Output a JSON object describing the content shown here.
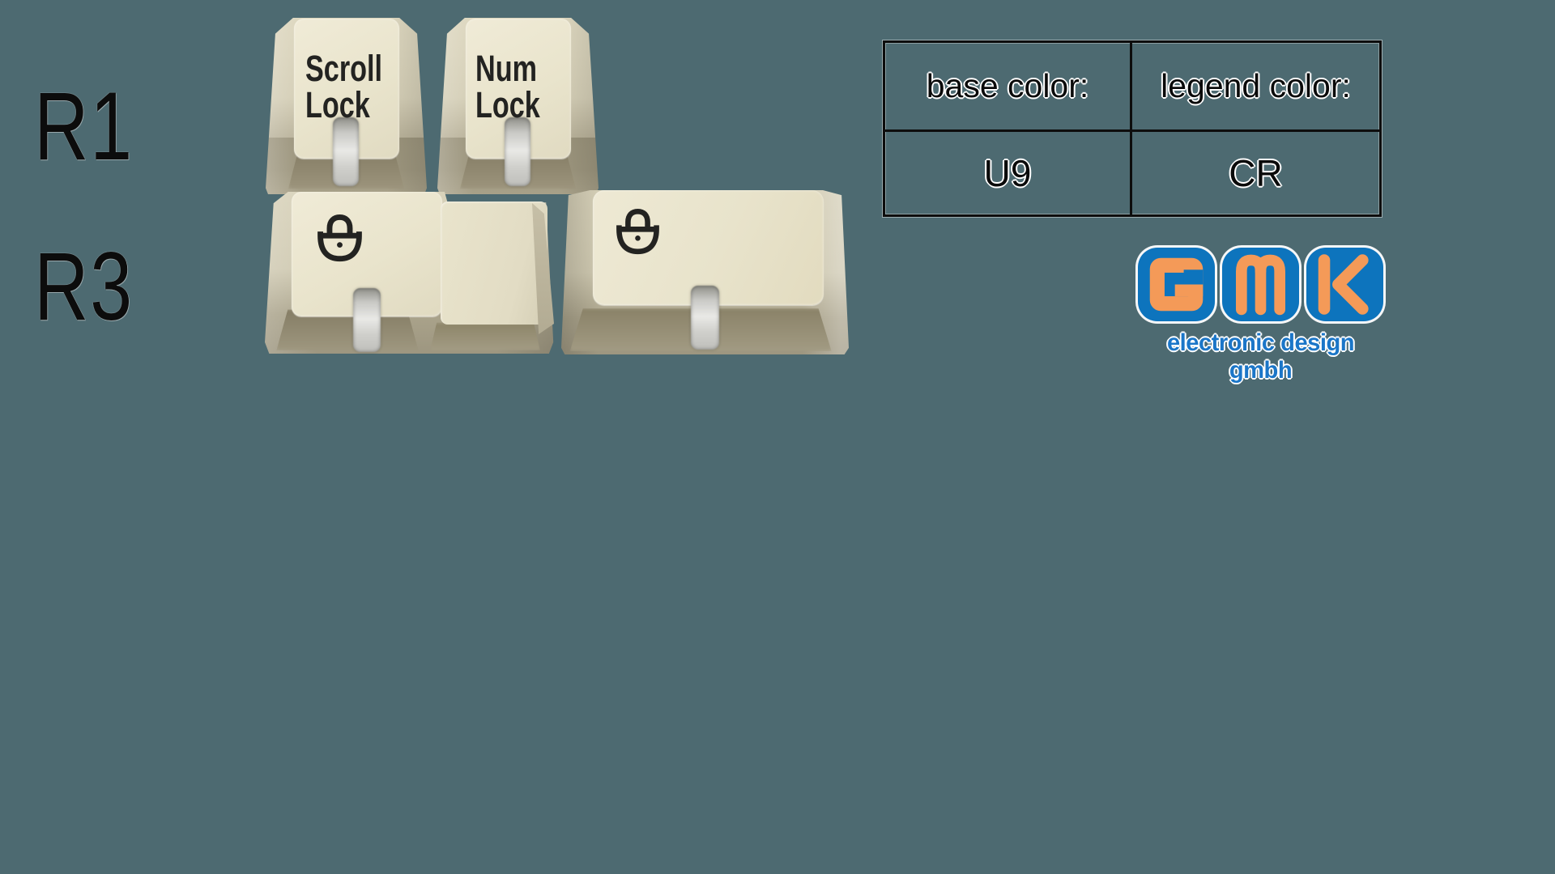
{
  "labels": {
    "r1": "R1",
    "r3": "R3"
  },
  "keycaps": [
    {
      "id": "scroll-lock",
      "row": "R1",
      "legend_lines": [
        "Scroll",
        "Lock"
      ]
    },
    {
      "id": "num-lock",
      "row": "R1",
      "legend_lines": [
        "Num",
        "Lock"
      ]
    },
    {
      "id": "stepped-lock",
      "row": "R3",
      "icon": "lock-icon"
    },
    {
      "id": "wide-lock",
      "row": "R3",
      "icon": "lock-icon"
    }
  ],
  "spec_table": {
    "columns": [
      {
        "header": "base color:",
        "value": "U9"
      },
      {
        "header": "legend color:",
        "value": "CR"
      }
    ]
  },
  "logo": {
    "letters": [
      "G",
      "M",
      "K"
    ],
    "tagline": "electronic design gmbh",
    "colors": {
      "blue": "#0d74bd",
      "orange": "#f49a58",
      "outline": "#ffffff"
    }
  },
  "colors": {
    "background": "#4d6a71",
    "keycap_base": "#e8e3cb",
    "keycap_skirt": "#a49d85",
    "legend": "#232321",
    "stem": "#d6d6d2"
  }
}
